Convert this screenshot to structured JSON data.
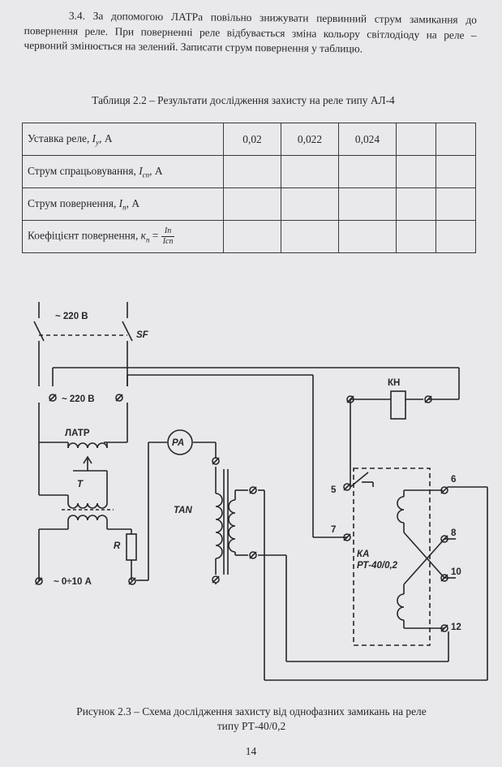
{
  "paragraph": "3.4. За допомогою ЛАТРа повільно знижувати первинний струм замикання до повернення реле. При поверненні реле відбувається зміна кольору світлодіоду на реле – червоний змінюється на зелений. Записати струм повернення у таблицю.",
  "table_caption": "Таблиця 2.2 – Результати дослідження захисту на реле типу АЛ-4",
  "table": {
    "rows": [
      {
        "label": "Уставка реле, ",
        "sym": "I",
        "sub": "у",
        "unit": ", А",
        "values": [
          "0,02",
          "0,022",
          "0,024",
          "",
          ""
        ]
      },
      {
        "label": "Струм спрацьовування, ",
        "sym": "I",
        "sub": "сп",
        "unit": ", А",
        "values": [
          "",
          "",
          "",
          "",
          ""
        ]
      },
      {
        "label": "Струм повернення, ",
        "sym": "I",
        "sub": "п",
        "unit": ", А",
        "values": [
          "",
          "",
          "",
          "",
          ""
        ]
      },
      {
        "label": "Коефіцієнт повернення, ",
        "sym": "к",
        "sub": "п",
        "unit": " = ",
        "frac_num": "Iп",
        "frac_den": "Iсп",
        "values": [
          "",
          "",
          "",
          "",
          ""
        ]
      }
    ]
  },
  "schematic_labels": {
    "supply_top": "~ 220 В",
    "breaker": "SF",
    "supply_out": "~ 220 В",
    "autotransformer": "ЛАТР",
    "transformer": "T",
    "resistor": "R",
    "current_range": "~ 0÷10 А",
    "ammeter": "PA",
    "current_transformer": "TAN",
    "button": "КН",
    "relay": "КА",
    "relay_type": "РТ-40/0,2",
    "terminals": [
      "5",
      "6",
      "7",
      "8",
      "10",
      "12"
    ]
  },
  "figure_caption_line1": "Рисунок 2.3 – Схема дослідження захисту від однофазних замикань на реле",
  "figure_caption_line2": "типу РТ-40/0,2",
  "page_number": "14"
}
